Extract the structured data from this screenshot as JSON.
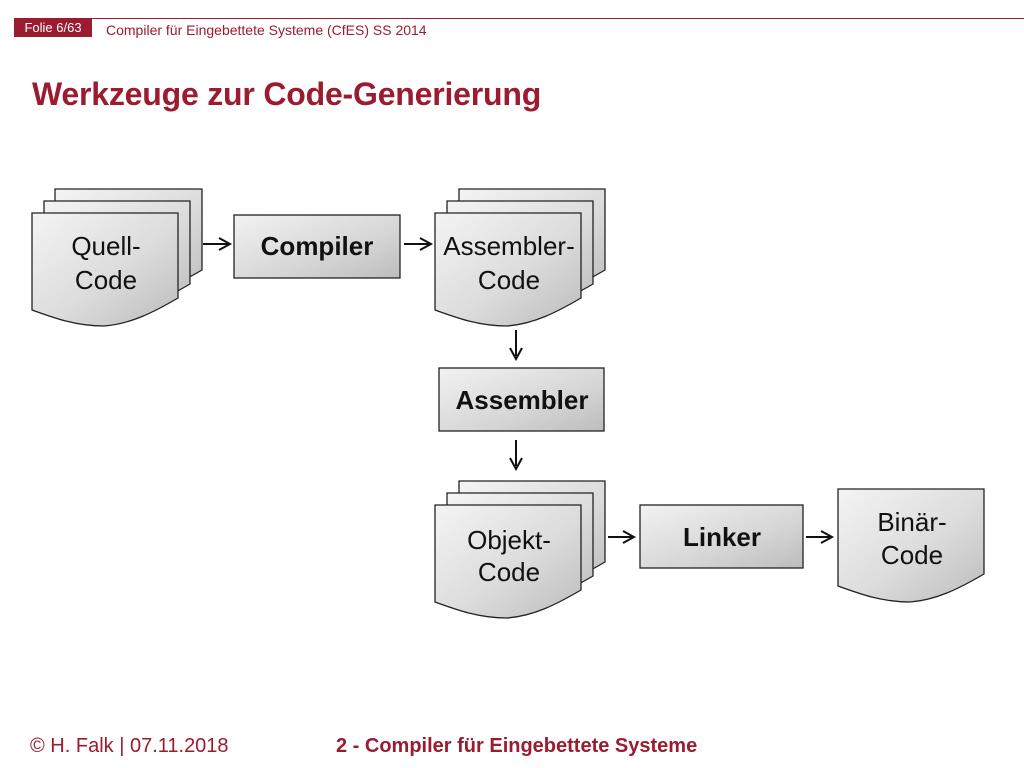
{
  "header": {
    "slide_number": "Folie 6/63",
    "course": "Compiler für Eingebettete Systeme (CfES) SS 2014"
  },
  "title": "Werkzeuge zur Code-Generierung",
  "diagram": {
    "source_doc": [
      "Quell-",
      "Code"
    ],
    "compiler": "Compiler",
    "assembler_doc": [
      "Assembler-",
      "Code"
    ],
    "assembler": "Assembler",
    "object_doc": [
      "Objekt-",
      "Code"
    ],
    "linker": "Linker",
    "binary_doc": [
      "Binär-",
      "Code"
    ]
  },
  "footer": {
    "left": "© H. Falk | 07.11.2018",
    "center": "2 - Compiler für Eingebettete Systeme"
  },
  "colors": {
    "accent": "#9b1b30"
  }
}
